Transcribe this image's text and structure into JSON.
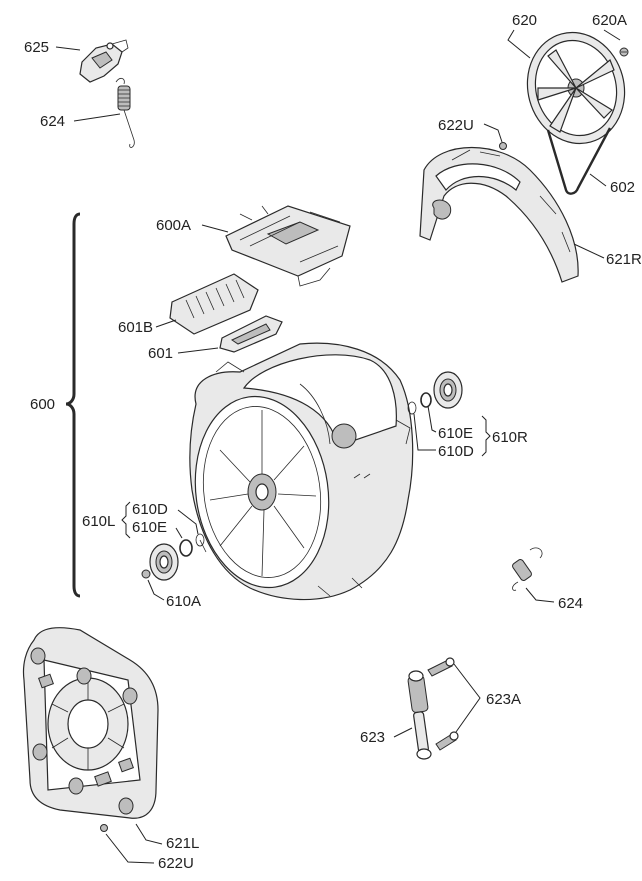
{
  "labels": {
    "l625": "625",
    "l624a": "624",
    "l620": "620",
    "l620A": "620A",
    "l622Ua": "622U",
    "l602": "602",
    "l621R": "621R",
    "l600A": "600A",
    "l601B": "601B",
    "l601": "601",
    "l600": "600",
    "l610E_r": "610E",
    "l610D_r": "610D",
    "l610R": "610R",
    "l610D_l": "610D",
    "l610E_l": "610E",
    "l610L": "610L",
    "l610A": "610A",
    "l624b": "624",
    "l623A": "623A",
    "l623": "623",
    "l621L": "621L",
    "l622Ub": "622U"
  }
}
